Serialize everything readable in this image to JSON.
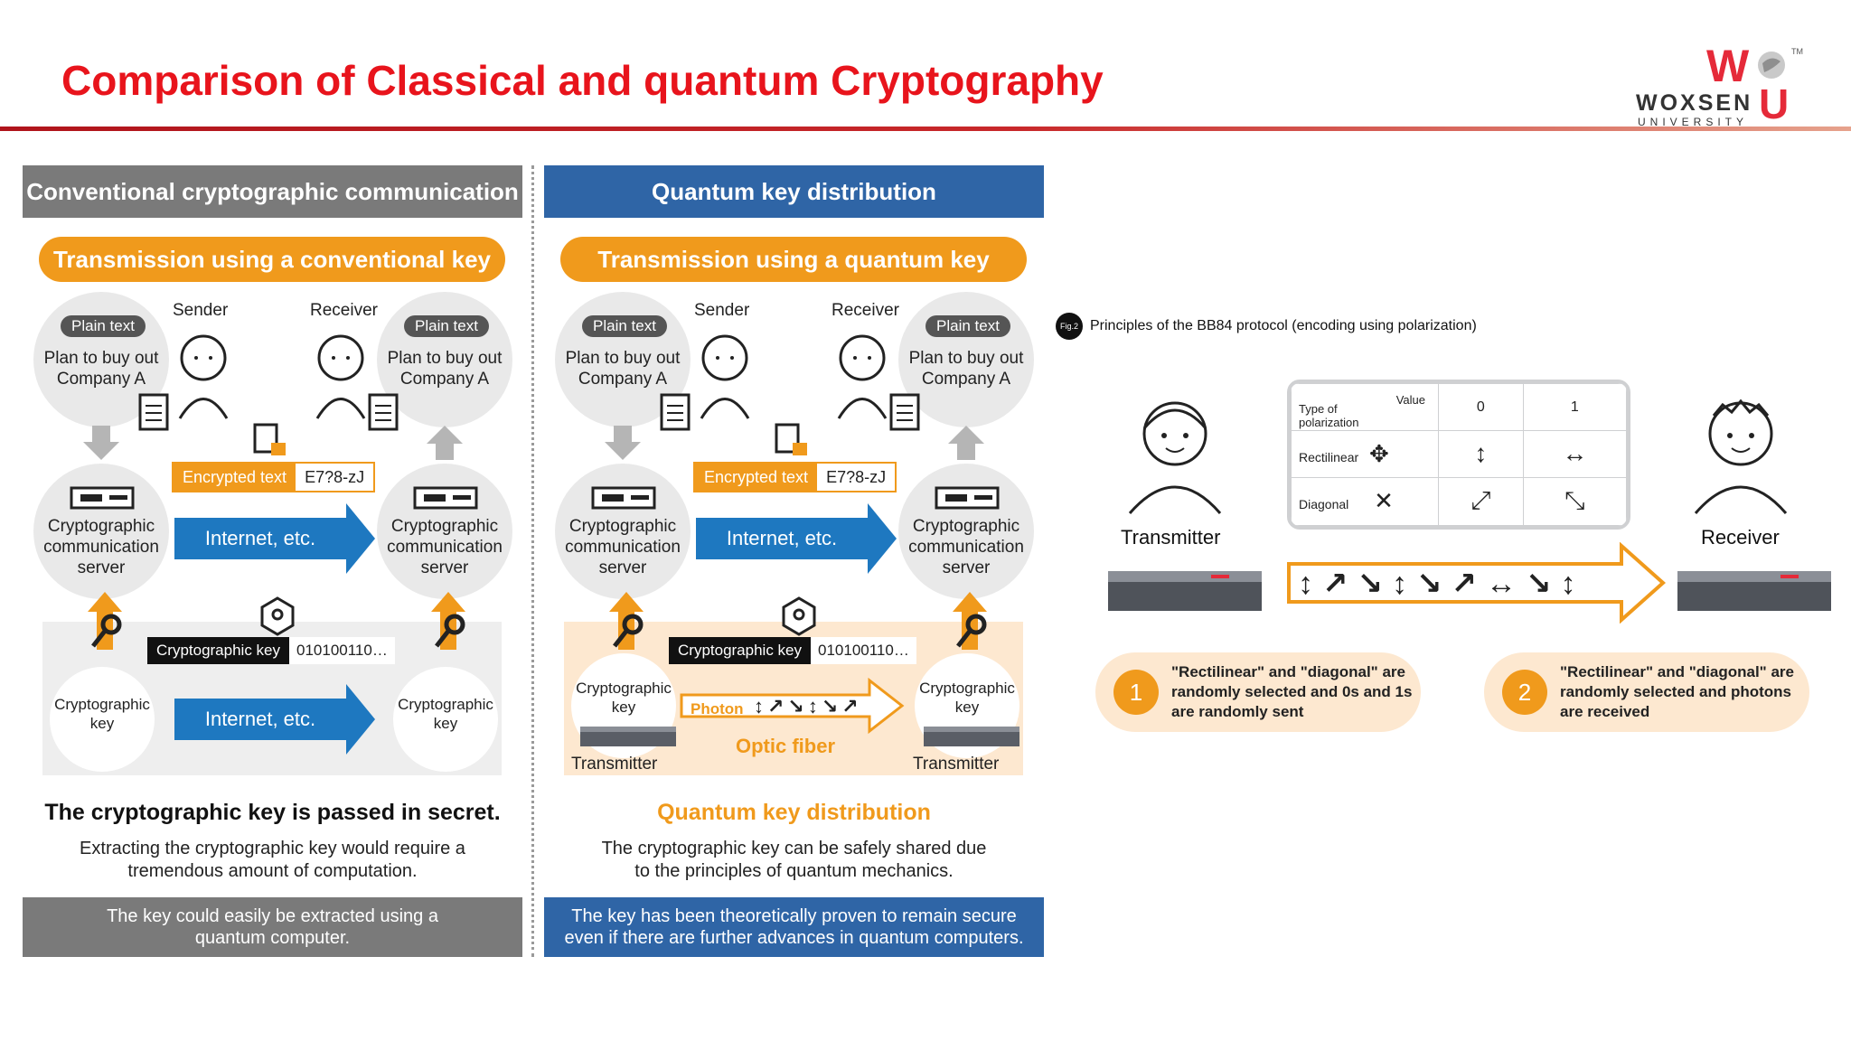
{
  "slide": {
    "title": "Comparison of Classical and quantum Cryptography",
    "logo": {
      "wu": "WU",
      "name": "WOXSEN",
      "sub": "UNIVERSITY",
      "tm": "TM",
      "accent": "#e52a39"
    }
  },
  "left_panel": {
    "header": "Conventional cryptographic communication",
    "header_color": "#7a7a7a",
    "pill": "Transmission using a conventional key",
    "plain_text_tag": "Plain text",
    "plain_text_body": "Plan to buy out Company A",
    "sender": "Sender",
    "receiver": "Receiver",
    "encrypted_label": "Encrypted text",
    "encrypted_value": "E7?8-zJ",
    "server_label": "Cryptographic communication server",
    "internet": "Internet, etc.",
    "key_label": "Cryptographic key",
    "key_value": "010100110…",
    "crypto_key": "Cryptographic key",
    "internet2": "Internet, etc.",
    "conclusion": "The cryptographic key is passed in secret.",
    "description": "Extracting the cryptographic key would require a tremendous amount of computation.",
    "footer": "The key could easily be extracted using a quantum computer."
  },
  "right_panel": {
    "header": "Quantum key distribution",
    "header_color": "#2f65a6",
    "pill": "Transmission using a quantum key",
    "plain_text_tag": "Plain text",
    "plain_text_body": "Plan to buy out Company A",
    "sender": "Sender",
    "receiver": "Receiver",
    "encrypted_label": "Encrypted text",
    "encrypted_value": "E7?8-zJ",
    "server_label": "Cryptographic communication server",
    "internet": "Internet, etc.",
    "key_label": "Cryptographic key",
    "key_value": "010100110…",
    "crypto_key": "Cryptographic key",
    "photon": "Photon",
    "optic_fiber": "Optic fiber",
    "transmitter": "Transmitter",
    "conclusion": "Quantum key distribution",
    "description": "The cryptographic key can be safely shared due to the principles of quantum mechanics.",
    "footer": "The key has been theoretically proven to remain secure even if there are further advances in quantum computers."
  },
  "bb84": {
    "fig_tag": "Fig.2",
    "title": "Principles of the BB84 protocol (encoding using polarization)",
    "table": {
      "corner_value": "Value",
      "corner_type": "Type of polarization",
      "col0": "0",
      "col1": "1",
      "row1": "Rectilinear",
      "row2": "Diagonal"
    },
    "transmitter": "Transmitter",
    "receiver": "Receiver",
    "step1_num": "1",
    "step1": "\"Rectilinear\" and \"diagonal\" are randomly selected and 0s and 1s are randomly sent",
    "step2_num": "2",
    "step2": "\"Rectilinear\" and \"diagonal\" are randomly selected and photons are received"
  },
  "colors": {
    "orange": "#f09a1c",
    "blue": "#1e78c0",
    "title_red": "#e8141c"
  }
}
